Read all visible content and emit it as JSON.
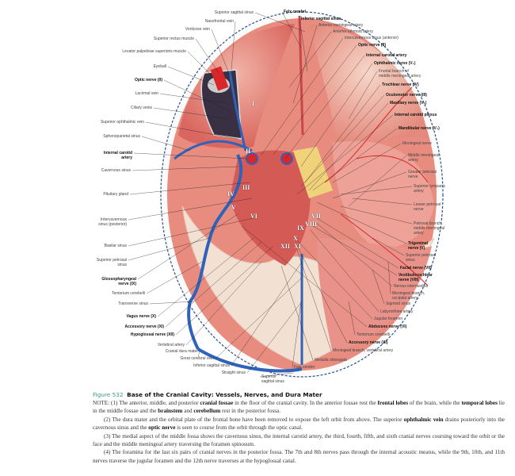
{
  "figure": {
    "number": "Figure 532",
    "title": "Base of the Cranial Cavity: Vessels, Nerves, and Dura Mater",
    "notes": [
      [
        "NOTE: (1) The anterior, middle, and posterior ",
        {
          "b": "cranial fossae"
        },
        " in the floor of the cranial cavity. In the anterior fossae rest the ",
        {
          "b": "frontal lobes"
        },
        " of the brain, while the ",
        {
          "b": "temporal lobes"
        },
        " lie in the middle fossae and the ",
        {
          "b": "brainstem"
        },
        " and ",
        {
          "b": "cerebellum"
        },
        " rest in the posterior fossa."
      ],
      [
        "(2) The dura mater and the orbital plate of the frontal bone have been removed to expose the left orbit from above. The superior ",
        {
          "b": "ophthalmic vein"
        },
        " drains posteriorly into the cavernous sinus and the ",
        {
          "b": "optic nerve"
        },
        " is seen to course from the orbit through the optic canal."
      ],
      [
        "(3) The medial aspect of the middle fossa shows the cavernous sinus, the internal carotid artery, the third, fourth, fifth, and sixth cranial nerves coursing toward the orbit or the face and the middle meningeal artery traversing the foramen spinosum."
      ],
      [
        "(4) The foramina for the last six pairs of cranial nerves in the posterior fossa. The 7th and 8th nerves pass through the internal acoustic meatus, while the 9th, 10th, and 11th nerves traverse the jugular foramen and the 12th nerve traverses at the hypoglossal canal."
      ]
    ]
  },
  "labels_left": [
    {
      "t": "Superior sagittal sinus",
      "b": false
    },
    {
      "t": "Nasofrontal vein",
      "b": false
    },
    {
      "t": "Vorticose vein",
      "b": false
    },
    {
      "t": "Superior rectus muscle",
      "b": false
    },
    {
      "t": "Levator palpebrae superioris muscle",
      "b": false
    },
    {
      "t": "Eyeball",
      "b": false
    },
    {
      "t": "Optic nerve (II)",
      "b": true
    },
    {
      "t": "Lacrimal vein",
      "b": false
    },
    {
      "t": "Ciliary veins",
      "b": false
    },
    {
      "t": "Superior ophthalmic vein",
      "b": false
    },
    {
      "t": "Sphenoparietal sinus",
      "b": false
    },
    {
      "t": "Internal carotid\nartery",
      "b": true
    },
    {
      "t": "Cavernous sinus",
      "b": false
    },
    {
      "t": "Pituitary gland",
      "b": false
    },
    {
      "t": "Intercavernous\nsinus (posterior)",
      "b": false
    },
    {
      "t": "Basilar sinus",
      "b": false
    },
    {
      "t": "Superior petrosal\nsinus",
      "b": false
    },
    {
      "t": "Glossopharyngeal\nnerve (IX)",
      "b": true
    },
    {
      "t": "Tentorium cerebelli",
      "b": false
    },
    {
      "t": "Transverse sinus",
      "b": false
    },
    {
      "t": "Vagus nerve (X)",
      "b": true
    },
    {
      "t": "Accessory nerve (XI)",
      "b": true
    },
    {
      "t": "Hypoglossal nerve (XII)",
      "b": true
    },
    {
      "t": "Vertebral artery",
      "b": false
    },
    {
      "t": "Cranial dura mater",
      "b": false
    },
    {
      "t": "Great cerebral vein",
      "b": false
    },
    {
      "t": "Inferior sagittal sinus",
      "b": false
    },
    {
      "t": "Straight sinus",
      "b": false
    }
  ],
  "labels_bottom": [
    {
      "t": "Superior\nsagittal sinus",
      "b": false
    },
    {
      "t": "Falx cerebri",
      "b": false
    },
    {
      "t": "Medulla oblongata",
      "b": false
    },
    {
      "t": "Meningeal branch, vertebral artery",
      "b": false
    }
  ],
  "labels_right": [
    {
      "t": "Falx cerebri",
      "b": true
    },
    {
      "t": "Inferior sagittal sinus",
      "b": true
    },
    {
      "t": "Anterior meningeal artery",
      "b": false
    },
    {
      "t": "Anterior ethmoid artery",
      "b": false
    },
    {
      "t": "Intercavernous sinus (anterior)",
      "b": false
    },
    {
      "t": "Optic nerve (II)",
      "b": true
    },
    {
      "t": "Internal carotid artery",
      "b": true
    },
    {
      "t": "Ophthalmic nerve (V₁)",
      "b": true
    },
    {
      "t": "Frontal branch of\nmiddle meningeal artery",
      "b": false
    },
    {
      "t": "Trochlear nerve (IV)",
      "b": true
    },
    {
      "t": "Oculomotor nerve (III)",
      "b": true
    },
    {
      "t": "Maxillary nerve (V₂)",
      "b": true
    },
    {
      "t": "Internal carotid plexus",
      "b": true
    },
    {
      "t": "Mandibular nerve (V₃)",
      "b": true
    },
    {
      "t": "Meningeal nerve",
      "b": false
    },
    {
      "t": "Middle meningeal\nartery",
      "b": false
    },
    {
      "t": "Greater petrosal\nnerve",
      "b": false
    },
    {
      "t": "Superior tympanic\nartery",
      "b": false
    },
    {
      "t": "Lesser petrosal\nnerve",
      "b": false
    },
    {
      "t": "Petrosal branch,\nmiddle meningeal\nartery",
      "b": false
    },
    {
      "t": "Trigeminal\nnerve (V)",
      "b": true
    },
    {
      "t": "Superior petrosal\nsinus",
      "b": false
    },
    {
      "t": "Facial nerve (VII)",
      "b": true
    },
    {
      "t": "Vestibulocochlear\nnerve (VIII)",
      "b": true
    },
    {
      "t": "Nervus intermedius",
      "b": false
    },
    {
      "t": "Meningeal branch,\noccipital artery",
      "b": false
    },
    {
      "t": "Sigmoid sinus",
      "b": false
    },
    {
      "t": "Labyrinthine artery",
      "b": false
    },
    {
      "t": "Jugular foramen",
      "b": false
    },
    {
      "t": "Abducens nerve (VI)",
      "b": true
    },
    {
      "t": "Tentorium cerebelli",
      "b": false
    },
    {
      "t": "Accessory nerve (XI)",
      "b": true
    }
  ],
  "roman_numerals": [
    "I",
    "II",
    "III",
    "IV",
    "V",
    "VI",
    "VII",
    "VIII",
    "IX",
    "X",
    "XI",
    "XII"
  ],
  "colors": {
    "dura": "#e6857f",
    "vein": "#2f62b8",
    "artery": "#d8262a",
    "nerve": "#f0d27a",
    "bone": "#f3ece0",
    "accent": "#3a9a86"
  }
}
